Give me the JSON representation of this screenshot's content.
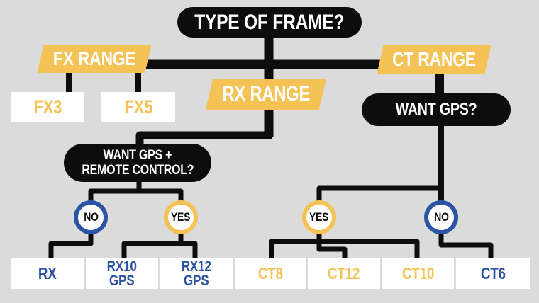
{
  "title": "TYPE OF FRAME?",
  "fx_branch": {
    "range_label": "FX RANGE",
    "results": {
      "fx3": "FX3",
      "fx5": "FX5"
    }
  },
  "rx_branch": {
    "range_label": "RX RANGE",
    "question": {
      "line1": "WANT GPS +",
      "line2": "REMOTE CONTROL?"
    },
    "no_label": "NO",
    "yes_label": "YES",
    "results": {
      "no": "RX",
      "yes_a": {
        "line1": "RX10",
        "line2": "GPS"
      },
      "yes_b": {
        "line1": "RX12",
        "line2": "GPS"
      }
    }
  },
  "ct_branch": {
    "range_label": "CT RANGE",
    "question": "WANT GPS?",
    "yes_label": "YES",
    "no_label": "NO",
    "results": {
      "yes_a": "CT8",
      "yes_b": "CT12",
      "yes_c": "CT10",
      "no": "CT6"
    }
  },
  "colors": {
    "background": "#dbdbdb",
    "node_black": "#0d0d0d",
    "accent_yellow": "#f5c256",
    "accent_blue": "#2b55a4",
    "box_white": "#ffffff"
  }
}
